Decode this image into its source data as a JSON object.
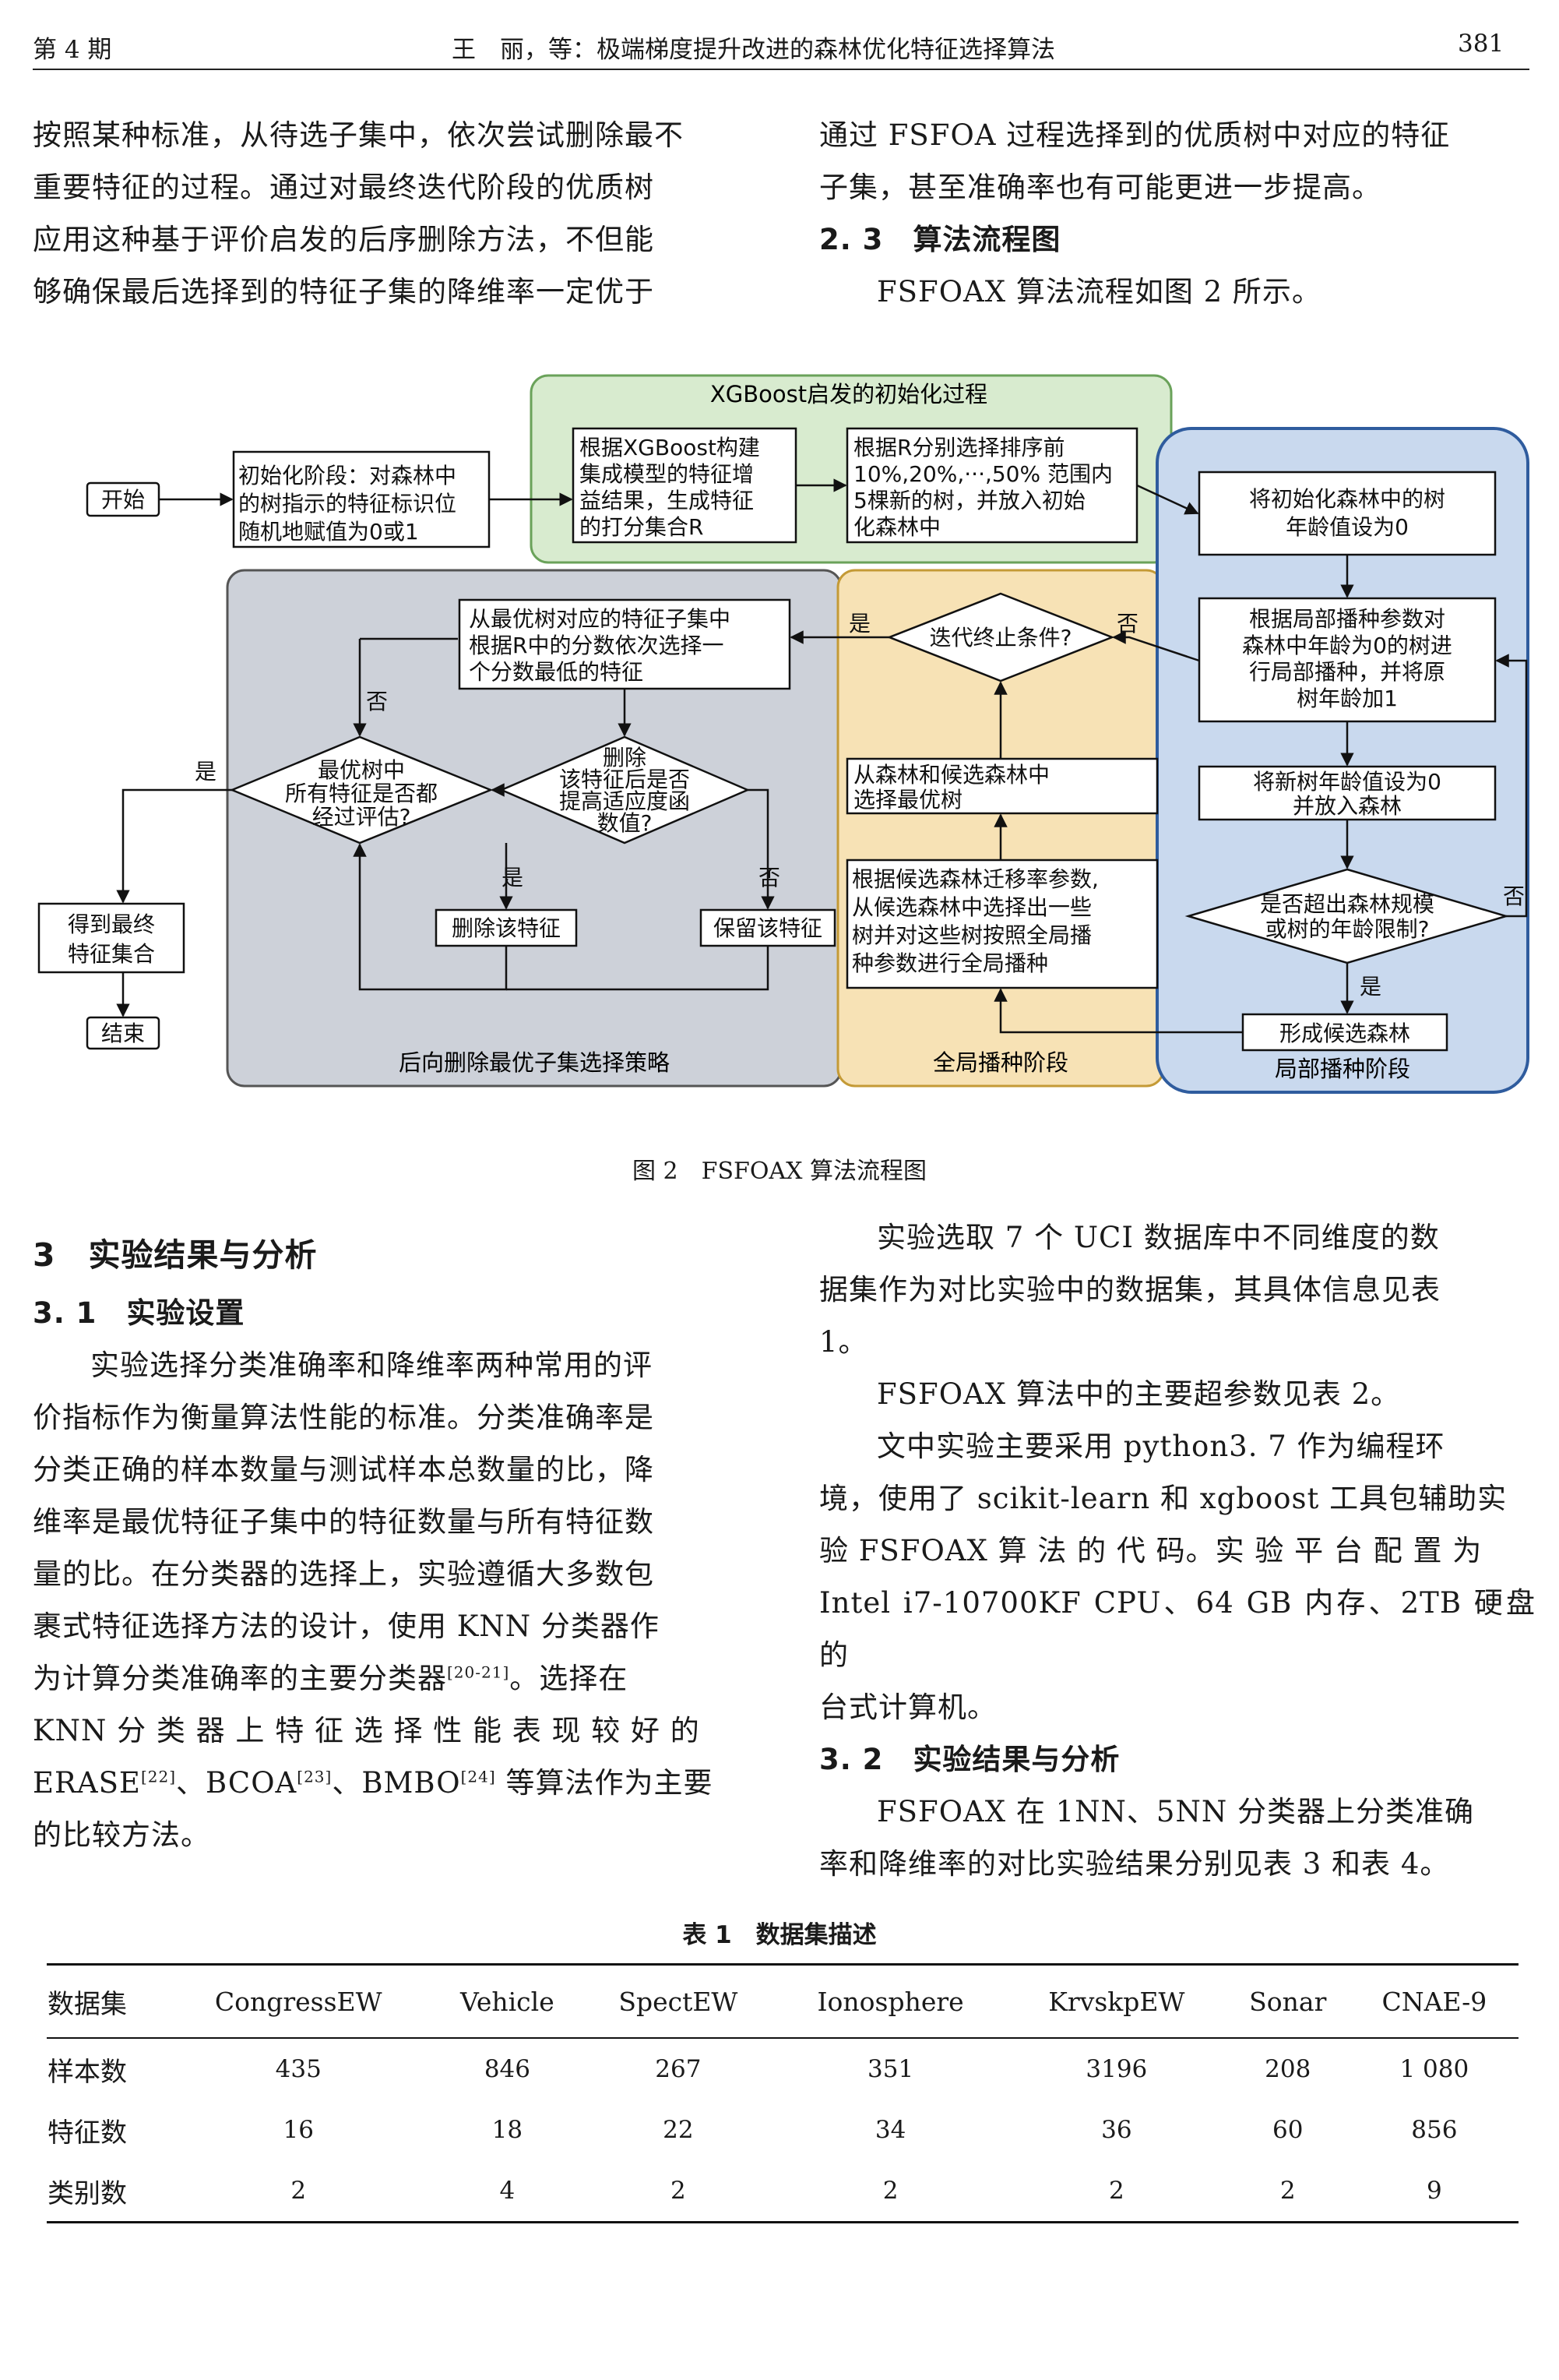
{
  "header": {
    "issue": "第 4 期",
    "title": "王　丽，等：极端梯度提升改进的森林优化特征选择算法",
    "page": "381"
  },
  "top_left": [
    "按照某种标准，从待选子集中，依次尝试删除最不",
    "重要特征的过程。通过对最终迭代阶段的优质树",
    "应用这种基于评价启发的后序删除方法，不但能",
    "够确保最后选择到的特征子集的降维率一定优于"
  ],
  "top_right": {
    "lines": [
      "通过 FSFOA 过程选择到的优质树中对应的特征",
      "子集，甚至准确率也有可能更进一步提高。"
    ],
    "sec_num": "2. 3",
    "sec_title": "算法流程图",
    "sec_text": "FSFOAX 算法流程如图 2 所示。"
  },
  "figure": {
    "caption": "图 2　FSFOAX 算法流程图",
    "panels": {
      "green": "XGBoost启发的初始化过程",
      "gray": "后向删除最优子集选择策略",
      "orange": "全局播种阶段",
      "blue": "局部播种阶段"
    },
    "start": "开始",
    "end": "结束",
    "init": [
      "初始化阶段：对森林中",
      "的树指示的特征标识位",
      "随机地赋值为0或1"
    ],
    "xgb": [
      "根据XGBoost构建",
      "集成模型的特征增",
      "益结果，生成特征",
      "的打分集合R"
    ],
    "rsel": [
      "根据R分别选择排序前",
      "10%,20%,···,50% 范围内",
      "5棵新的树，并放入初始",
      "化森林中"
    ],
    "age0": [
      "将初始化森林中的树",
      "年龄值设为0"
    ],
    "local": [
      "根据局部播种参数对",
      "森林中年龄为0的树进",
      "行局部播种，并将原",
      "树年龄加1"
    ],
    "newage": [
      "将新树年龄值设为0",
      "并放入森林"
    ],
    "limit": [
      "是否超出森林规模",
      "或树的年龄限制?"
    ],
    "cand": "形成候选森林",
    "global": [
      "根据候选森林迁移率参数,",
      "从候选森林中选择出一些",
      "树并对这些树按照全局播",
      "种参数进行全局播种"
    ],
    "best": [
      "从森林和候选森林中",
      "选择最优树"
    ],
    "stop": "迭代终止条件?",
    "bestfeat": [
      "从最优树对应的特征子集中",
      "根据R中的分数依次选择一",
      "个分数最低的特征"
    ],
    "evald": [
      "最优树中",
      "所有特征是否都",
      "经过评估?"
    ],
    "deld": [
      "删除",
      "该特征后是否",
      "提高适应度函",
      "数值?"
    ],
    "del": "删除该特征",
    "keep": "保留该特征",
    "final": [
      "得到最终",
      "特征集合"
    ],
    "yes": "是",
    "no": "否"
  },
  "sec3": {
    "num": "3",
    "title": "实验结果与分析",
    "s31_num": "3. 1",
    "s31_title": "实验设置",
    "s31_lines": [
      "实验选择分类准确率和降维率两种常用的评",
      "价指标作为衡量算法性能的标准。分类准确率是",
      "分类正确的样本数量与测试样本总数量的比，降",
      "维率是最优特征子集中的特征数量与所有特征数",
      "量的比。在分类器的选择上，实验遵循大多数包",
      "裹式特征选择方法的设计，使用 KNN 分类器作"
    ],
    "s31_l7": "为计算分类准确率的主要分类器",
    "ref1": "[20-21]",
    "s31_l7b": "。选择在",
    "s31_l8": "KNN 分 类 器 上 特 征 选 择 性 能 表 现 较 好 的",
    "erase": "ERASE",
    "ref2": "[22]",
    "bcoa": "、BCOA",
    "ref3": "[23]",
    "bmbo": "、BMBO",
    "ref4": "[24]",
    "s31_l9b": " 等算法作为主要",
    "s31_l10": "的比较方法。"
  },
  "right_col": {
    "p1": [
      "实验选取 7 个 UCI 数据库中不同维度的数",
      "据集作为对比实验中的数据集，其具体信息见表",
      "1。"
    ],
    "p2": "FSFOAX 算法中的主要超参数见表 2。",
    "p3": [
      "文中实验主要采用 python3. 7 作为编程环",
      "境，使用了 scikit-learn 和 xgboost 工具包辅助实",
      "验 FSFOAX 算 法 的 代 码。实 验 平 台 配 置 为",
      "Intel i7-10700KF CPU、64 GB 内存、2TB 硬盘的",
      "台式计算机。"
    ],
    "s32_num": "3. 2",
    "s32_title": "实验结果与分析",
    "p4": [
      "FSFOAX 在 1NN、5NN 分类器上分类准确",
      "率和降维率的对比实验结果分别见表 3 和表 4。"
    ]
  },
  "table": {
    "title": "表 1　数据集描述",
    "headers": [
      "数据集",
      "CongressEW",
      "Vehicle",
      "SpectEW",
      "Ionosphere",
      "KrvskpEW",
      "Sonar",
      "CNAE-9"
    ],
    "rows": [
      [
        "样本数",
        "435",
        "846",
        "267",
        "351",
        "3196",
        "208",
        "1 080"
      ],
      [
        "特征数",
        "16",
        "18",
        "22",
        "34",
        "36",
        "60",
        "856"
      ],
      [
        "类别数",
        "2",
        "4",
        "2",
        "2",
        "2",
        "2",
        "9"
      ]
    ]
  }
}
